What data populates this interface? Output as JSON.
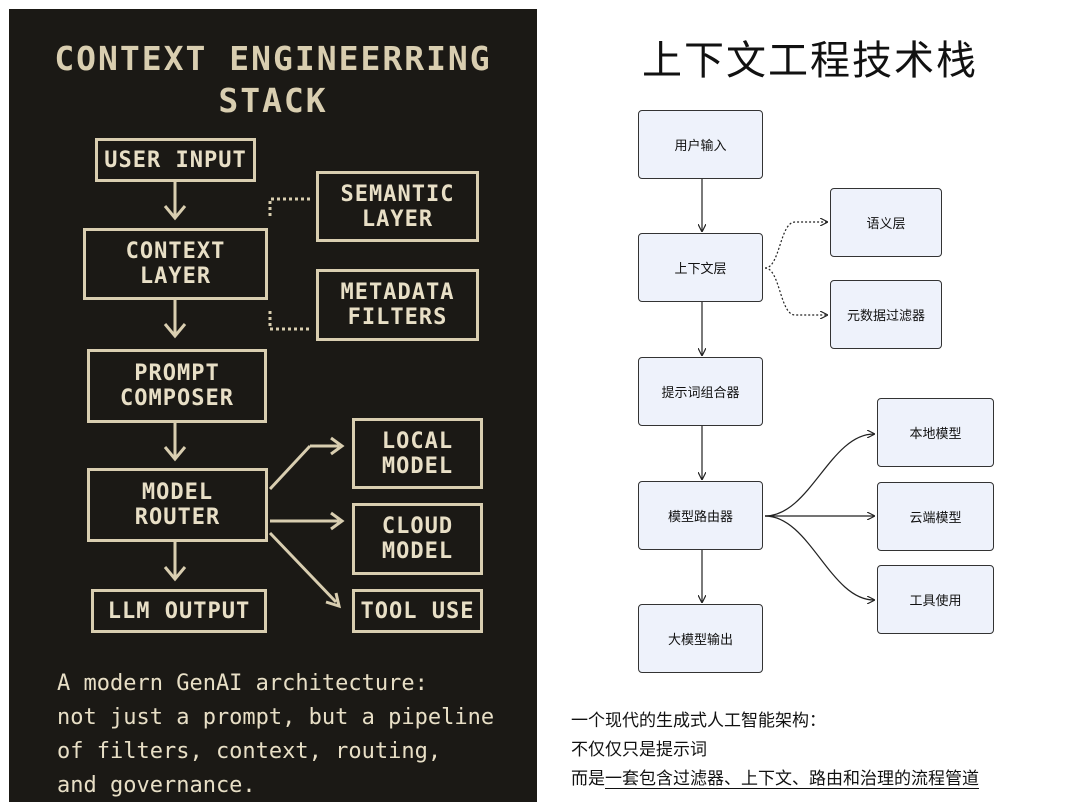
{
  "left": {
    "title_line1": "CONTEXT ENGINEERRING",
    "title_line2": "STACK",
    "nodes": {
      "user_input": "USER INPUT",
      "semantic_layer": "SEMANTIC\nLAYER",
      "context_layer": "CONTEXT\nLAYER",
      "metadata_filters": "METADATA\nFILTERS",
      "prompt_composer": "PROMPT\nCOMPOSER",
      "local_model": "LOCAL\nMODEL",
      "model_router": "MODEL\nROUTER",
      "cloud_model": "CLOUD\nMODEL",
      "llm_output": "LLM OUTPUT",
      "tool_use": "TOOL USE"
    },
    "caption": [
      "A modern GenAI architecture:",
      "not just a prompt, but a pipeline",
      "of filters, context, routing,",
      "and governance."
    ]
  },
  "right": {
    "title": "上下文工程技术栈",
    "nodes": {
      "user_input": "用户输入",
      "semantic_layer": "语义层",
      "context_layer": "上下文层",
      "metadata_filters": "元数据过滤器",
      "prompt_composer": "提示词组合器",
      "local_model": "本地模型",
      "model_router": "模型路由器",
      "cloud_model": "云端模型",
      "tool_use": "工具使用",
      "llm_output": "大模型输出"
    },
    "caption_line1": "一个现代的生成式人工智能架构：",
    "caption_line2": "不仅仅只是提示词",
    "caption_line3_prefix": "而是",
    "caption_line3_underlined": "一套包含过滤器、上下文、路由和治理的流程管道"
  },
  "colors": {
    "dark_bg": "#1b1915",
    "pixel_ink": "#d9ceb0",
    "box_fill": "#eef2fb"
  }
}
